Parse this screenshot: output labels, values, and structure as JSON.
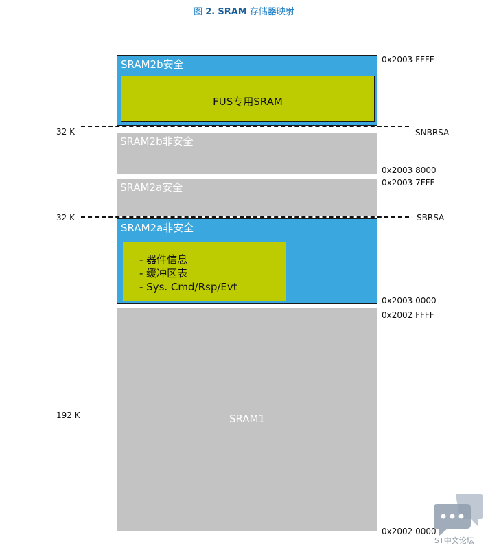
{
  "title": {
    "prefix": "图",
    "number": "2.",
    "bold_name": "SRAM",
    "suffix": "存储器映射"
  },
  "blocks": {
    "sram2b_secure": {
      "label": "SRAM2b安全"
    },
    "fus_sram": {
      "label": "FUS专用SRAM"
    },
    "sram2b_nonsecure": {
      "label": "SRAM2b非安全"
    },
    "sram2a_secure": {
      "label": "SRAM2a安全"
    },
    "sram2a_nonsecure": {
      "label": "SRAM2a非安全",
      "items": [
        "- 器件信息",
        "- 缓冲区表",
        "- Sys. Cmd/Rsp/Evt"
      ]
    },
    "sram1": {
      "label": "SRAM1"
    }
  },
  "addresses": {
    "a_2003_ffff": "0x2003 FFFF",
    "a_2003_8000": "0x2003 8000",
    "a_2003_7fff": "0x2003 7FFF",
    "a_2003_0000": "0x2003 0000",
    "a_2002_ffff": "0x2002 FFFF",
    "a_2002_0000": "0x2002 0000"
  },
  "boundaries": {
    "snbrsa": "SNBRSA",
    "sbrsa": "SBRSA"
  },
  "sizes": {
    "upper_32k": "32 K",
    "lower_32k": "32 K",
    "sram1_192k": "192 K"
  },
  "watermark": {
    "text": "ST中文论坛"
  },
  "colors": {
    "secure_blue": "#3aa8df",
    "fus_green": "#bccc00",
    "nonsecure_gray": "#c3c3c3",
    "title_blue": "#1f7fc4"
  }
}
